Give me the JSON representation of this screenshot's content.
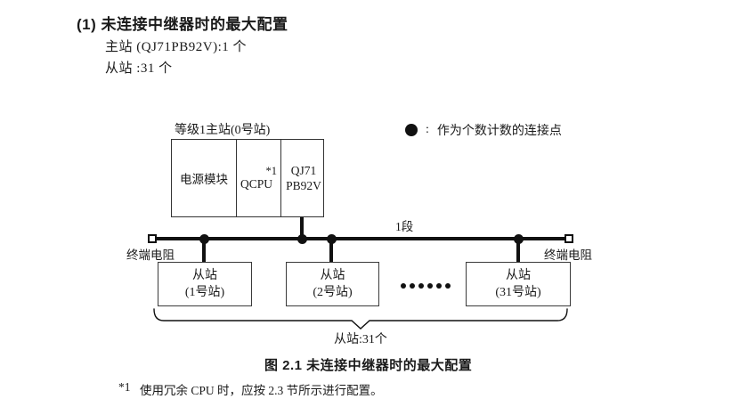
{
  "page": {
    "heading": "(1) 未连接中继器时的最大配置",
    "master_line": "主站 (QJ71PB92V):1 个",
    "slave_line": "从站 :31 个"
  },
  "diagram": {
    "master_label": "等级1主站(0号站)",
    "master_cells": {
      "power": "电源模块",
      "cpu": "QCPU",
      "cpu_note": "*1",
      "net_line1": "QJ71",
      "net_line2": "PB92V"
    },
    "legend": {
      "separator": ":",
      "text": "作为个数计数的连接点"
    },
    "segment_label": "1段",
    "terminator_left_label": "终端电阻",
    "terminator_right_label": "终端电阻",
    "slaves": [
      {
        "line1": "从站",
        "line2": "(1号站)"
      },
      {
        "line1": "从站",
        "line2": "(2号站)"
      },
      {
        "line1": "从站",
        "line2": "(31号站)"
      }
    ],
    "brace_label": "从站:31个"
  },
  "caption": "图 2.1 未连接中继器时的最大配置",
  "footnote": {
    "marker": "*1",
    "text": "使用冗余 CPU 时，应按 2.3 节所示进行配置。"
  },
  "colors": {
    "ink": "#1a1a1a",
    "line": "#111111",
    "box_border": "#333333",
    "background": "#ffffff"
  }
}
